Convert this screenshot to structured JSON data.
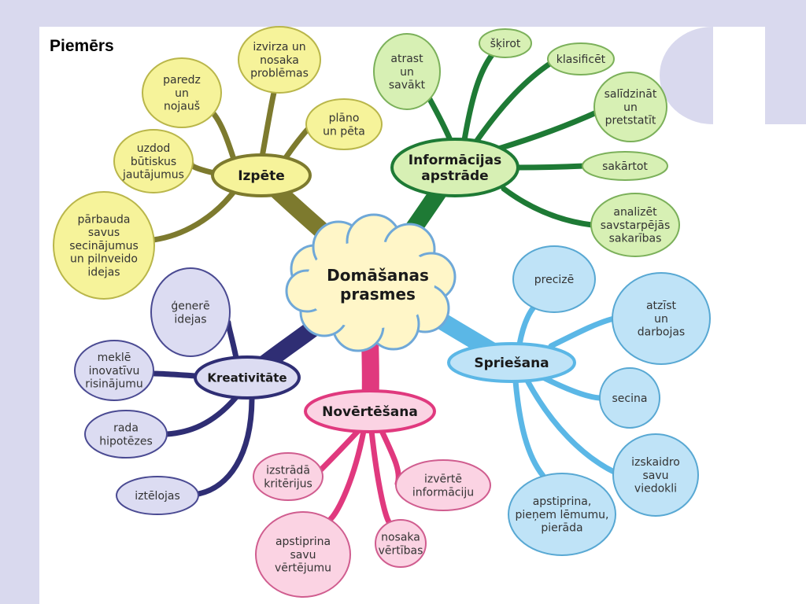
{
  "slide": {
    "title": "Piemērs"
  },
  "center": {
    "lines": [
      "Domāšanas",
      "prasmes"
    ]
  },
  "branches": [
    {
      "key": "izpete",
      "label": [
        "Izpēte"
      ],
      "color": "#7d7a2e",
      "fill": "#f6f39a",
      "stroke": "#b9b64a",
      "leaves": [
        {
          "lines": [
            "izvirza un",
            "nosaka",
            "problēmas"
          ]
        },
        {
          "lines": [
            "paredz",
            "un",
            "nojauš"
          ]
        },
        {
          "lines": [
            "plāno",
            "un pēta"
          ]
        },
        {
          "lines": [
            "uzdod",
            "būtiskus",
            "jautājumus"
          ]
        },
        {
          "lines": [
            "pārbauda",
            "savus",
            "secinājumus",
            "un pilnveido",
            "idejas"
          ]
        }
      ]
    },
    {
      "key": "informacija",
      "label": [
        "Informācijas",
        "apstrāde"
      ],
      "color": "#1e7a35",
      "fill": "#d7f0b4",
      "stroke": "#7bb05a",
      "leaves": [
        {
          "lines": [
            "atrast",
            "un",
            "savākt"
          ]
        },
        {
          "lines": [
            "šķirot"
          ]
        },
        {
          "lines": [
            "klasificēt"
          ]
        },
        {
          "lines": [
            "salīdzināt",
            "un",
            "pretstatīt"
          ]
        },
        {
          "lines": [
            "sakārtot"
          ]
        },
        {
          "lines": [
            "analizēt",
            "savstarpējās",
            "sakarības"
          ]
        }
      ]
    },
    {
      "key": "spriesana",
      "label": [
        "Spriešana"
      ],
      "color": "#5bb7e6",
      "fill": "#bfe3f7",
      "stroke": "#58a8d3",
      "leaves": [
        {
          "lines": [
            "precizē"
          ]
        },
        {
          "lines": [
            "atzīst",
            "un",
            "darbojas"
          ]
        },
        {
          "lines": [
            "secina"
          ]
        },
        {
          "lines": [
            "izskaidro",
            "savu",
            "viedokli"
          ]
        },
        {
          "lines": [
            "apstiprina,",
            "pieņem lēmumu,",
            "pierāda"
          ]
        }
      ]
    },
    {
      "key": "novertesana",
      "label": [
        "Novērtēšana"
      ],
      "color": "#e0397e",
      "fill": "#fbd3e3",
      "stroke": "#d05d8f",
      "leaves": [
        {
          "lines": [
            "izstrādā",
            "kritērijus"
          ]
        },
        {
          "lines": [
            "izvērtē",
            "informāciju"
          ]
        },
        {
          "lines": [
            "apstiprina",
            "savu",
            "vērtējumu"
          ]
        },
        {
          "lines": [
            "nosaka",
            "vērtības"
          ]
        }
      ]
    },
    {
      "key": "kreativitate",
      "label": [
        "Kreativitāte"
      ],
      "color": "#2f2e74",
      "fill": "#dcdcf2",
      "stroke": "#4a4a92",
      "leaves": [
        {
          "lines": [
            "ģenerē",
            "idejas"
          ]
        },
        {
          "lines": [
            "meklē",
            "inovatīvu",
            "risinājumu"
          ]
        },
        {
          "lines": [
            "rada",
            "hipotēzes"
          ]
        },
        {
          "lines": [
            "iztēlojas"
          ]
        }
      ]
    }
  ]
}
